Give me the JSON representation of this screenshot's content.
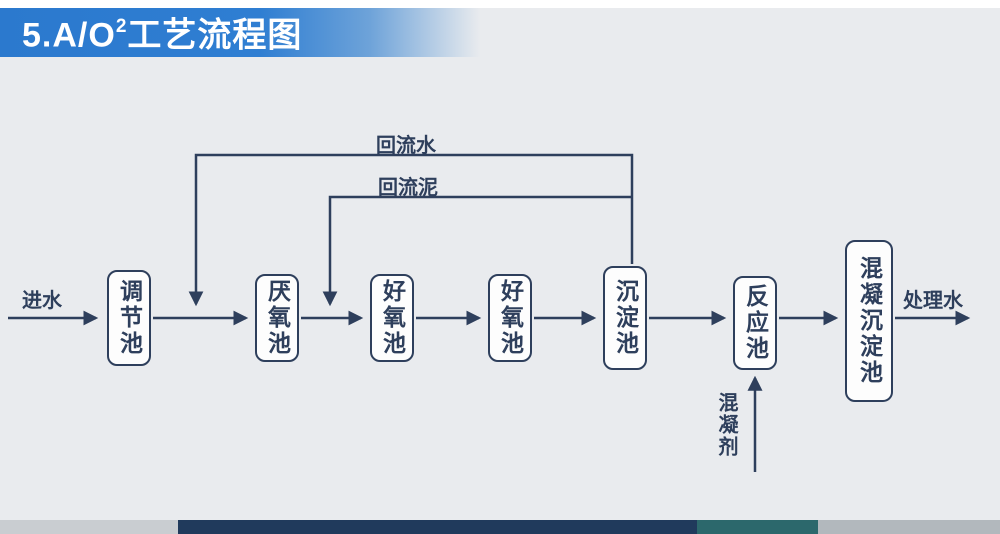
{
  "header": {
    "title_prefix": "5.A/O",
    "title_sup": "2",
    "title_suffix": "工艺流程图"
  },
  "diagram": {
    "influent_label": "进水",
    "effluent_label": "处理水",
    "return_water_label": "回流水",
    "return_sludge_label": "回流泥",
    "coagulant_label": "混凝剂",
    "boxes": [
      {
        "label": "调节池"
      },
      {
        "label": "厌氧池"
      },
      {
        "label": "好氧池"
      },
      {
        "label": "好氧池"
      },
      {
        "label": "沉淀池"
      },
      {
        "label": "反应池"
      },
      {
        "label": "混凝沉淀池"
      }
    ]
  },
  "colors": {
    "header_blue": "#2b79ce",
    "line_navy": "#2e3f5c",
    "background": "#e9ebee",
    "footer_navy": "#203a5c",
    "footer_teal": "#2c686c"
  }
}
